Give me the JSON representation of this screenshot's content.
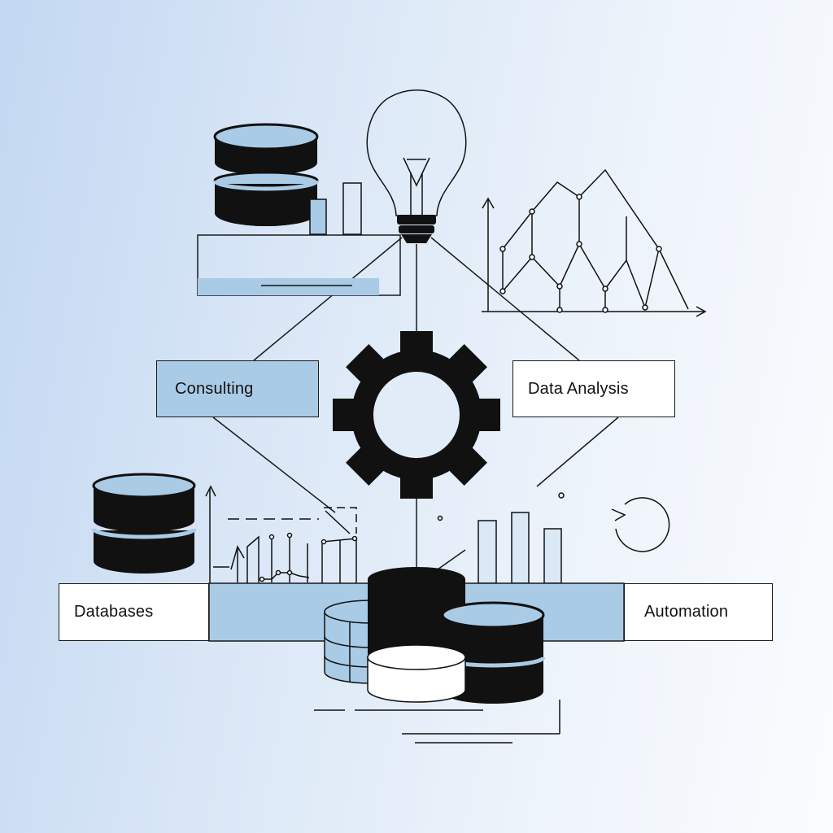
{
  "colors": {
    "accent_blue": "#a9cbe6",
    "ink": "#111111",
    "background_left": "#c3d8f2",
    "background_right": "#fbfcfe",
    "white": "#ffffff"
  },
  "nodes": {
    "consulting": {
      "label": "Consulting"
    },
    "data_analysis": {
      "label": "Data Analysis"
    },
    "databases": {
      "label": "Databases"
    },
    "automation": {
      "label": "Automation"
    }
  },
  "icons": {
    "center": "gear-icon",
    "top": "lightbulb-icon",
    "top_left": "database-stack-icon",
    "bottom_left": "database-stack-icon",
    "bottom_center": "database-cluster-icon",
    "top_right": "line-chart-icon",
    "bottom_right": "bar-chart-icon"
  }
}
